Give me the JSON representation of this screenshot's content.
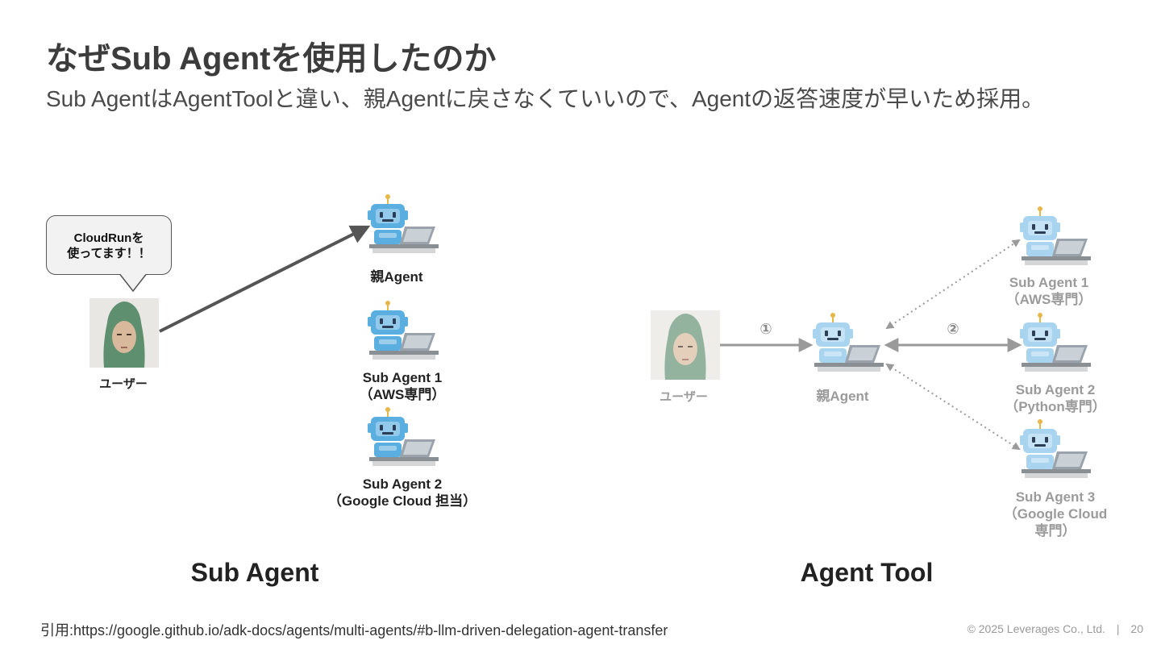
{
  "title": "なぜSub Agentを使用したのか",
  "subtitle": "Sub AgentはAgentToolと違い、親Agentに戻さなくていいので、Agentの返答速度が早いため採用。",
  "left": {
    "bubble_text": "CloudRunを\n使ってます！！",
    "user_label": "ユーザー",
    "parent_label": "親Agent",
    "sub1_label": "Sub Agent 1\n（AWS専門）",
    "sub2_label": "Sub Agent 2\n（Google Cloud 担当）",
    "section_title": "Sub Agent"
  },
  "right": {
    "user_label": "ユーザー",
    "parent_label": "親Agent",
    "step1": "①",
    "step2": "②",
    "sub1_label": "Sub Agent 1\n（AWS専門）",
    "sub2_label": "Sub Agent 2\n（Python専門）",
    "sub3_label": "Sub Agent 3\n（Google Cloud専門）",
    "section_title": "Agent Tool"
  },
  "citation": "引用:https://google.github.io/adk-docs/agents/multi-agents/#b-llm-driven-delegation-agent-transfer",
  "footer": {
    "copyright": "© 2025 Leverages Co., Ltd.",
    "separator": "|",
    "page_number": "20"
  },
  "colors": {
    "robot_blue": "#5aaee0",
    "robot_light": "#a8d4f0",
    "arrow_dark": "#555555",
    "arrow_gray": "#9a9a9a"
  }
}
